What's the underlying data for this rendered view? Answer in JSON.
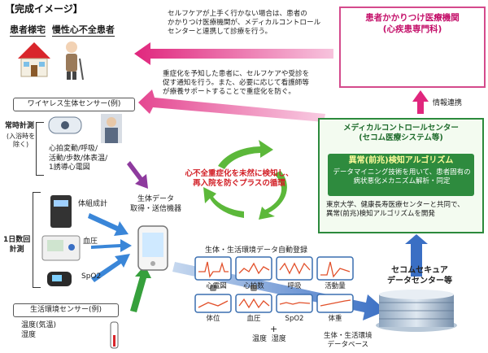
{
  "title": "【完成イメージ】",
  "patient_home": "患者様宅",
  "patient_type": "慢性心不全患者",
  "top_message": "セルフケアが上手く行かない場合は、患者の\nかかりつけ医療機関が、メディカルコントロール\nセンターと連携して診療を行う。",
  "mid_message": "重症化を予知した患者に、セルフケアや受診を\n促す通知を行う。また、必要に応じて看護師等\nが療養サポートすることで重症化を防ぐ。",
  "hospital": {
    "title": "患者かかりつけ医療機関",
    "subtitle": "(心疾患専門科)"
  },
  "info_link": "情報連携",
  "mcc": {
    "title": "メディカルコントロールセンター",
    "subtitle": "(セコム医療システム等)",
    "algo_title": "異常(前兆)検知アルゴリズム",
    "algo_desc": "データマイニング技術を用いて、患者固有の\n病状悪化メカニズム解析・同定",
    "desc": "東京大学、健康長寿医療センターと共同で、\n異常(前兆)検知アルゴリズムを開発"
  },
  "wireless_sensor": "ワイヤレス生体センサー(例)",
  "constant_measure": "常時計測",
  "constant_note": "(入浴時を\n除く)",
  "constant_items": "心拍変動/呼吸/\n活動/歩数/体表温/\n1誘導心電図",
  "daily_measure": "1日数回\n計測",
  "body_comp": "体組成計",
  "blood_pressure": "血圧",
  "spo2": "SpO2",
  "env_sensor": "生活環境センサー(例)",
  "env_items": "温度(気温)\n湿度",
  "device_label": "生体データ\n取得・送信機器",
  "cycle_text": "心不全重症化を未然に検知し、\n再入院を防ぐプラスの循環",
  "auto_register": "生体・生活環境データ自動登録",
  "graph_labels": [
    "心電図",
    "心拍数",
    "呼吸",
    "活動量",
    "体位",
    "血圧",
    "SpO2",
    "体重"
  ],
  "plus": "+",
  "temp_humidity": "温度  湿度",
  "datacenter": "セコムセキュア\nデータセンター等",
  "database": "生体・生活環境\nデータベース"
}
